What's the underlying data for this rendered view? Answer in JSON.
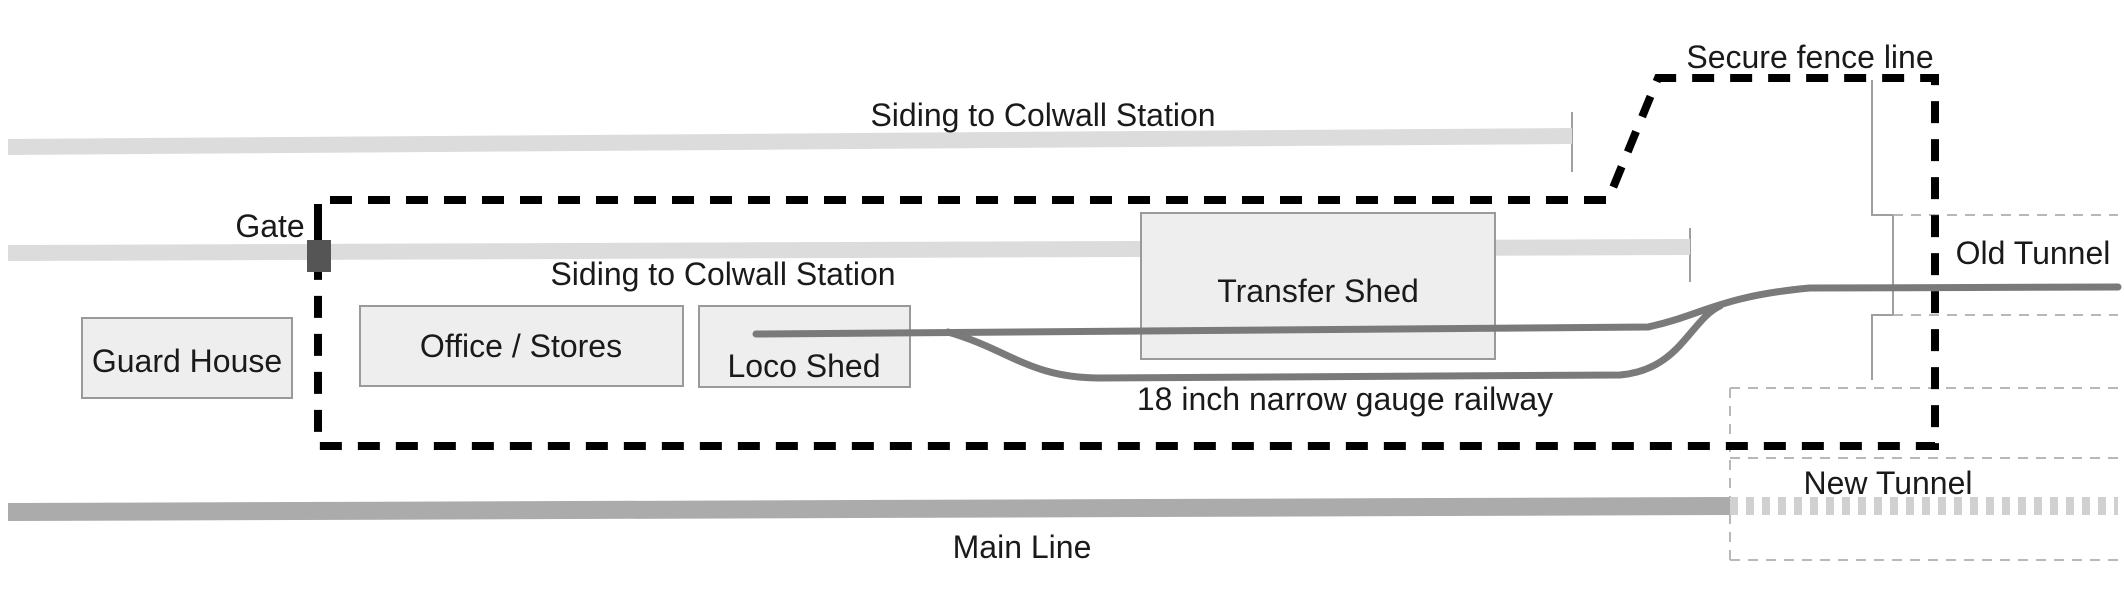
{
  "labels": {
    "siding_upper": "Siding to Colwall Station",
    "siding_lower": "Siding to Colwall Station",
    "secure_fence": "Secure fence line",
    "gate": "Gate",
    "old_tunnel": "Old Tunnel",
    "new_tunnel": "New Tunnel",
    "main_line": "Main Line",
    "narrow_gauge": "18 inch narrow gauge railway"
  },
  "buildings": {
    "guard_house": "Guard House",
    "office_stores": "Office / Stores",
    "loco_shed": "Loco Shed",
    "transfer_shed": "Transfer Shed"
  },
  "colors": {
    "siding": "#dcdcdc",
    "main_line": "#ababab",
    "narrow_gauge": "#7a7a7a",
    "fence": "#000000",
    "building_fill": "#eeeeee",
    "gate": "#555555"
  }
}
